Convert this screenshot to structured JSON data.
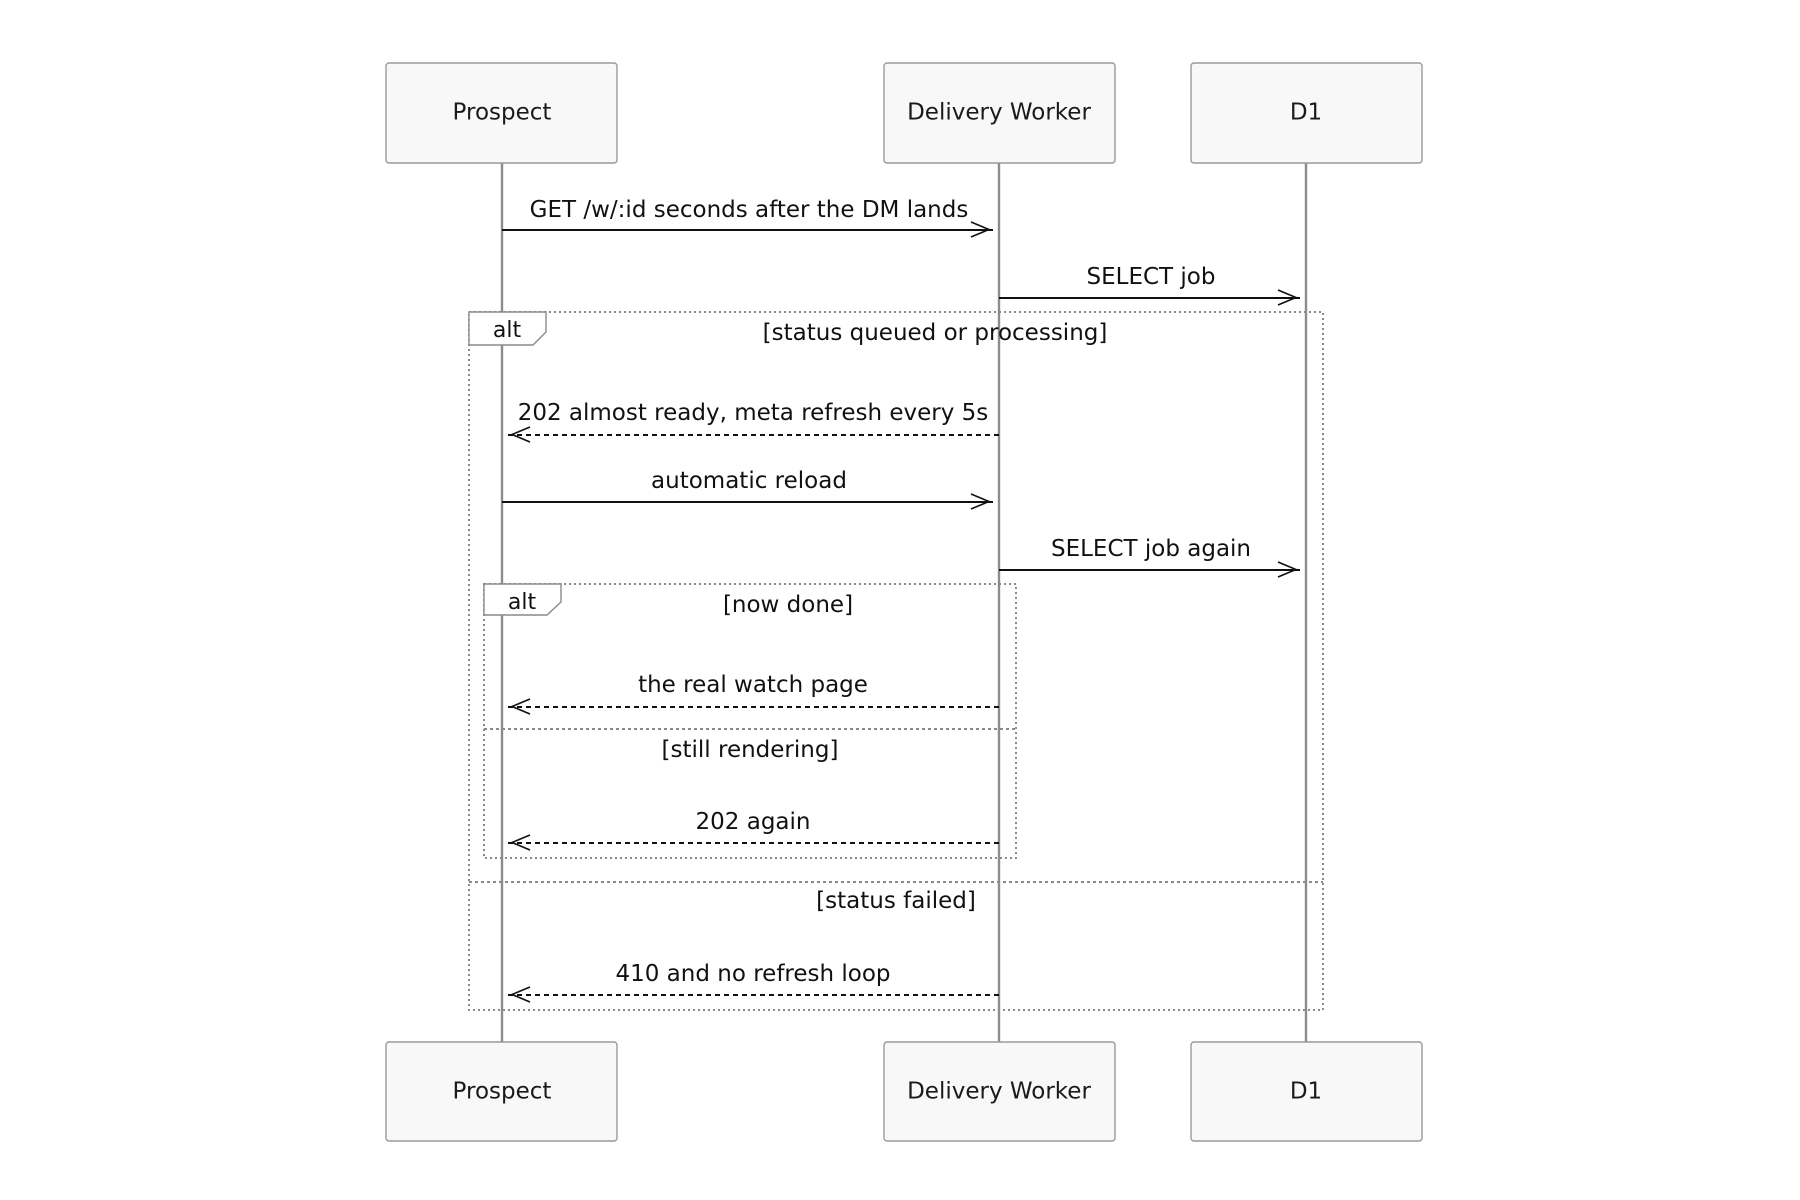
{
  "participants": [
    {
      "id": "prospect",
      "label": "Prospect"
    },
    {
      "id": "worker",
      "label": "Delivery Worker"
    },
    {
      "id": "d1",
      "label": "D1"
    }
  ],
  "messages": [
    {
      "from": "prospect",
      "to": "worker",
      "label": "GET /w/:id seconds after the DM lands",
      "style": "solid"
    },
    {
      "from": "worker",
      "to": "d1",
      "label": "SELECT job",
      "style": "solid"
    },
    {
      "from": "worker",
      "to": "prospect",
      "label": "202 almost ready, meta refresh every 5s",
      "style": "dashed"
    },
    {
      "from": "prospect",
      "to": "worker",
      "label": "automatic reload",
      "style": "solid"
    },
    {
      "from": "worker",
      "to": "d1",
      "label": "SELECT job again",
      "style": "solid"
    },
    {
      "from": "worker",
      "to": "prospect",
      "label": "the real watch page",
      "style": "dashed"
    },
    {
      "from": "worker",
      "to": "prospect",
      "label": "202 again",
      "style": "dashed"
    },
    {
      "from": "worker",
      "to": "prospect",
      "label": "410 and no refresh loop",
      "style": "dashed"
    }
  ],
  "fragments": [
    {
      "type": "alt",
      "label": "alt",
      "guards": [
        "[status queued or processing]",
        "[status failed]"
      ]
    },
    {
      "type": "alt",
      "label": "alt",
      "guards": [
        "[now done]",
        "[still rendering]"
      ]
    }
  ]
}
